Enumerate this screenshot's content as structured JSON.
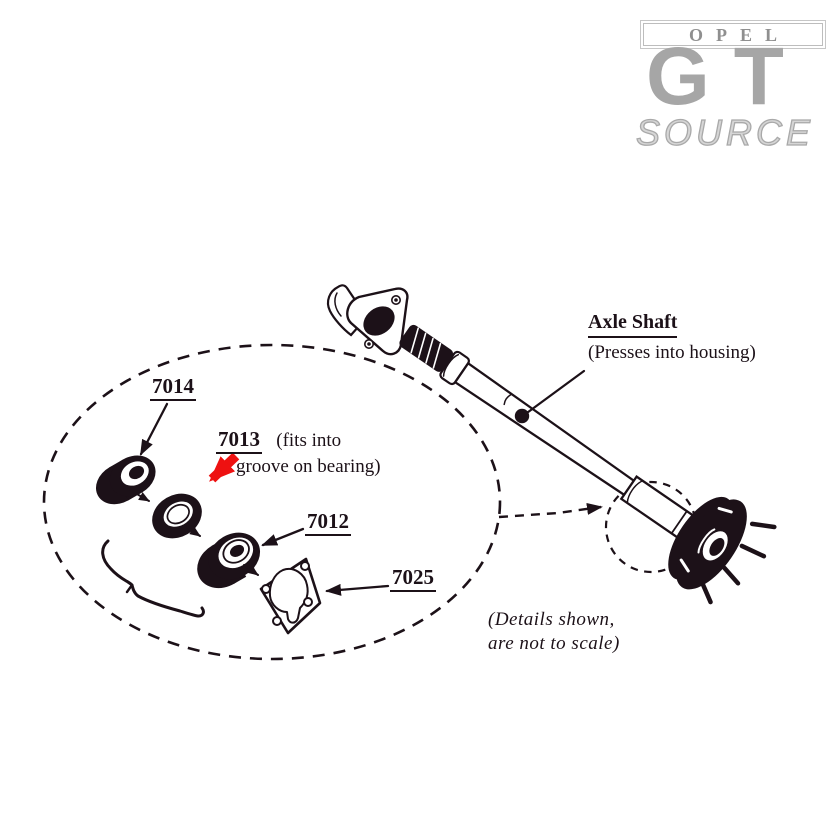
{
  "logo": {
    "brand": "OPEL",
    "model": "GT",
    "suffix": "SOURCE"
  },
  "diagram": {
    "axle_label": {
      "title": "Axle Shaft",
      "subtitle": "(Presses into housing)"
    },
    "scale_note": {
      "line1": "(Details shown,",
      "line2": "are not to scale)"
    },
    "parts": [
      {
        "number": "7014"
      },
      {
        "number": "7013",
        "note_line1": "(fits into",
        "note_line2": "groove on bearing)"
      },
      {
        "number": "7012"
      },
      {
        "number": "7025"
      }
    ],
    "icons": {
      "highlight": "red-arrow-icon",
      "callout_dot": "leader-dot"
    },
    "colors": {
      "ink": "#1c1118",
      "highlight_red": "#ee1111",
      "logo_gray": "#a6a6a6",
      "logo_border": "#c6c6c6"
    }
  }
}
